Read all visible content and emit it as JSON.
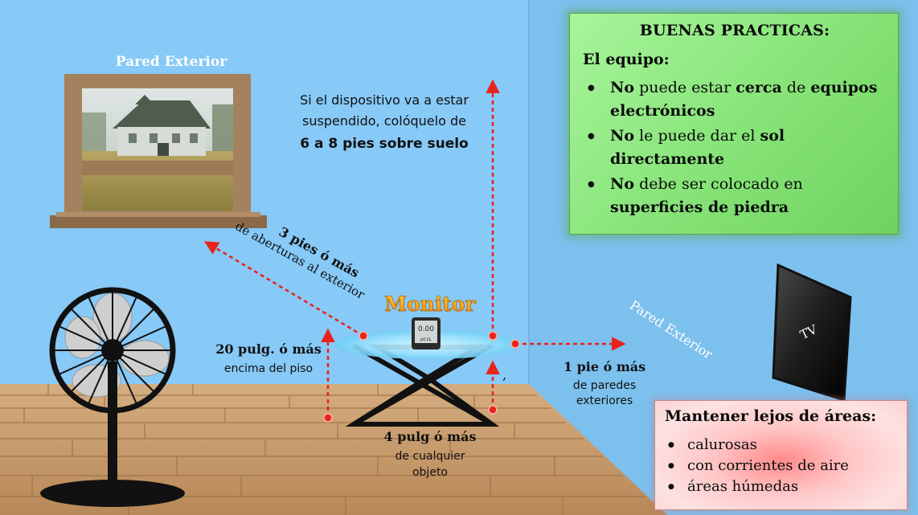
{
  "labels": {
    "wall_left": "Pared Exterior",
    "wall_right": "Pared Exterior",
    "monitor": "Monitor",
    "monitor_display": "0.00",
    "monitor_unit": "pCi/L",
    "tv": "TV",
    "comma_mark": ","
  },
  "suspended_note": {
    "line1": "Si el dispositivo va a estar",
    "line2": "suspendido, colóquelo de",
    "line3": "6 a 8 pies sobre suelo"
  },
  "openings_note": {
    "bold": "3 pies ó más",
    "rest": "de aberturas al exterior"
  },
  "floor_note": {
    "bold": "20 pulg. ó más",
    "rest": "encima del piso"
  },
  "wall_note": {
    "bold": "1 pie ó más",
    "line2": "de paredes",
    "line3": "exteriores"
  },
  "object_note": {
    "bold": "4 pulg ó más",
    "line2": "de cualquier",
    "line3": "objeto"
  },
  "good_practices": {
    "title": "BUENAS PRACTICAS:",
    "subtitle": "El equipo:",
    "items": [
      {
        "b1": "No",
        "t1": " puede estar ",
        "b2": "cerca",
        "t2": " de ",
        "b3": "equipos electrónicos",
        "t3": ""
      },
      {
        "b1": "No",
        "t1": " le puede dar el ",
        "b2": "sol directamente",
        "t2": "",
        "b3": "",
        "t3": ""
      },
      {
        "b1": "No",
        "t1": " debe ser colocado en ",
        "b2": "superficies de piedra",
        "t2": "",
        "b3": "",
        "t3": ""
      }
    ]
  },
  "keep_away": {
    "title": "Mantener lejos de áreas:",
    "items": [
      "calurosas",
      "con corrientes de aire",
      "áreas húmedas"
    ]
  },
  "colors": {
    "wall_left": "#87c9f7",
    "wall_right": "#7cc0ee",
    "floor": "#c49a6c",
    "arrow": "#e8231c",
    "monitor_text": "#f5a623",
    "green_panel": "#8ae57c",
    "red_panel": "#fdd0d0"
  }
}
